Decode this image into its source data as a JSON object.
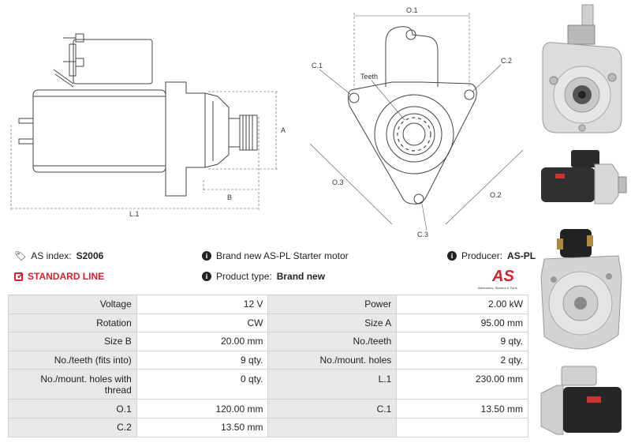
{
  "drawings": {
    "side": {
      "label_a": "A",
      "label_b": "B",
      "label_l1": "L.1"
    },
    "front": {
      "label_o1": "O.1",
      "label_o2": "O.2",
      "label_o3": "O.3",
      "label_c1": "C.1",
      "label_c2": "C.2",
      "label_c3": "C.3",
      "label_teeth": "Teeth"
    }
  },
  "info": {
    "index_label": "AS index:",
    "index_value": "S2006",
    "line": "STANDARD LINE",
    "description": "Brand new AS-PL Starter motor",
    "type_label": "Product type:",
    "type_value": "Brand new",
    "producer_label": "Producer:",
    "producer_value": "AS-PL"
  },
  "logo": {
    "text": "AS",
    "tagline": "Alternators, Starters & Parts"
  },
  "specs": [
    [
      "Voltage",
      "12 V",
      "Power",
      "2.00 kW"
    ],
    [
      "Rotation",
      "CW",
      "Size A",
      "95.00 mm"
    ],
    [
      "Size B",
      "20.00 mm",
      "No./teeth",
      "9 qty."
    ],
    [
      "No./teeth (fits into)",
      "9 qty.",
      "No./mount. holes",
      "2 qty."
    ],
    [
      "No./mount. holes with thread",
      "0 qty.",
      "L.1",
      "230.00 mm"
    ],
    [
      "O.1",
      "120.00 mm",
      "C.1",
      "13.50 mm"
    ],
    [
      "C.2",
      "13.50 mm",
      "",
      ""
    ]
  ],
  "colors": {
    "accent": "#d3212b",
    "key_bg": "#e8e8e8",
    "border": "#d2d2d2"
  }
}
